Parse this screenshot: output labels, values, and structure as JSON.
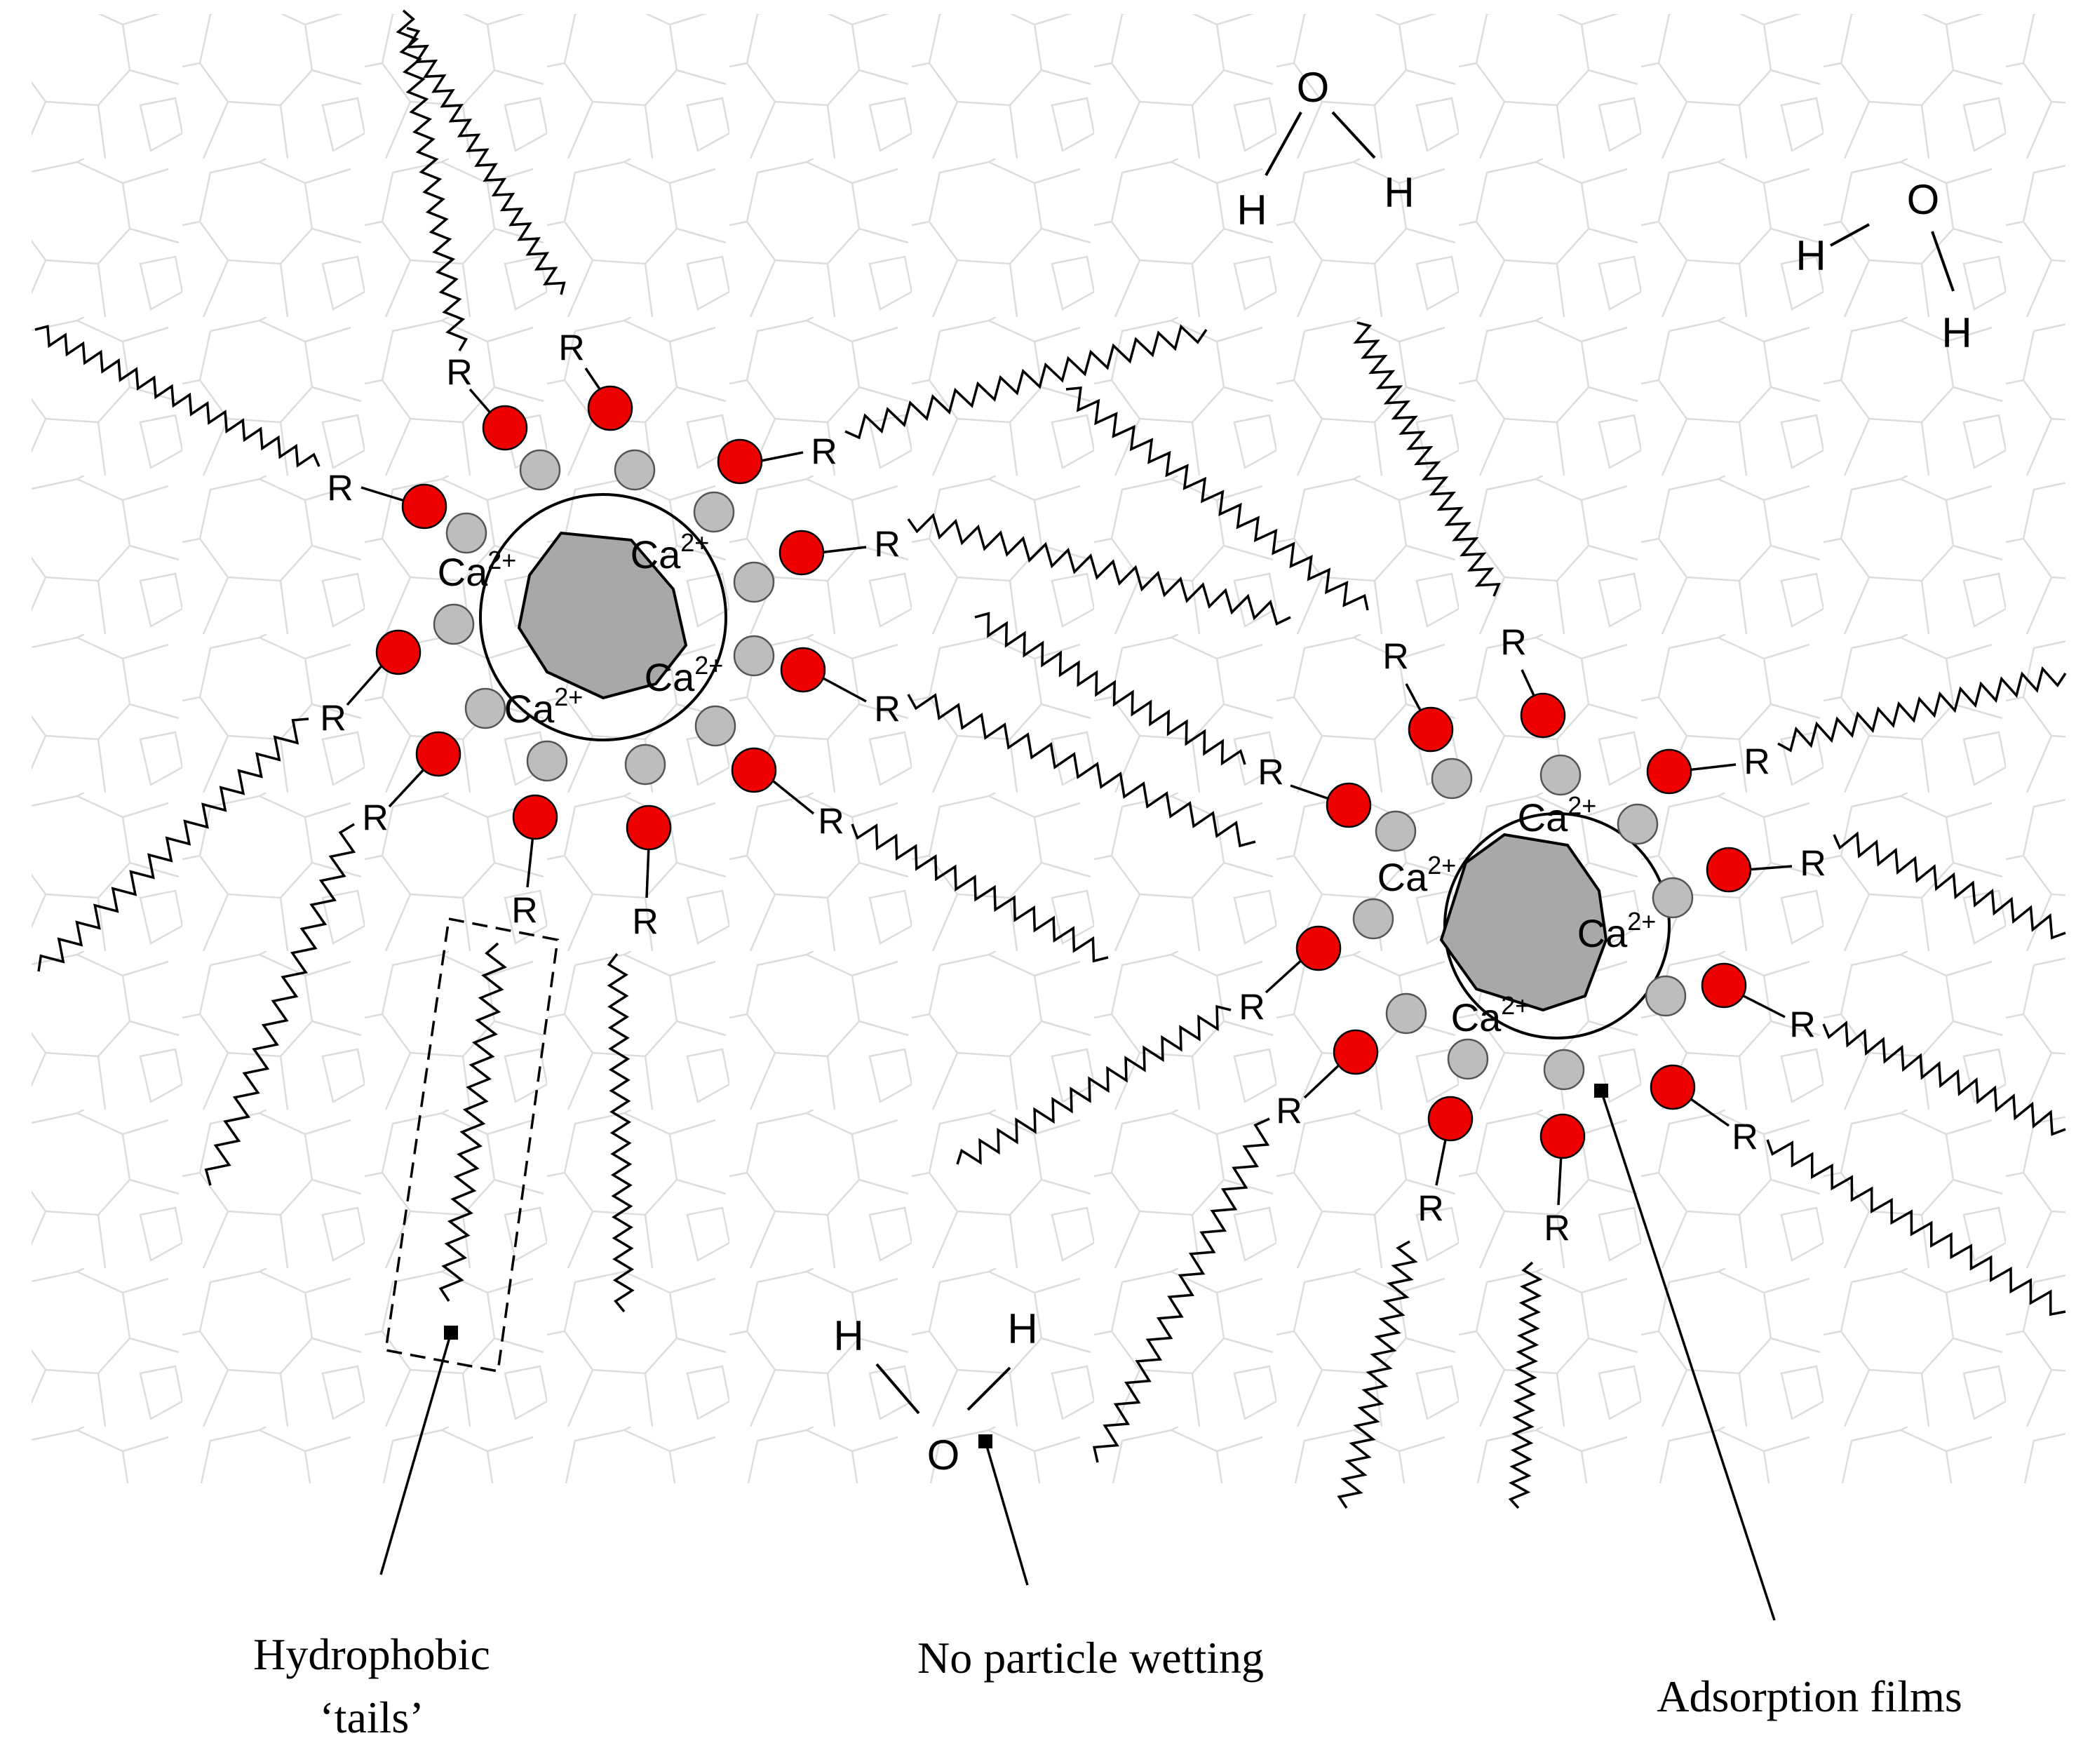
{
  "colors": {
    "background_pattern": "#dcdcdc",
    "headgroup": "#ee0000",
    "ion_bead": "#bdbdbd",
    "particle": "#a8a8a8",
    "line": "#000000"
  },
  "labels": {
    "group_symbol": "R",
    "cation": "Ca",
    "charge": "2+",
    "oxygen": "O",
    "hydrogen": "H"
  },
  "captions": {
    "tails_line1": "Hydrophobic",
    "tails_line2": "‘tails’",
    "wetting": "No particle wetting",
    "films": "Adsorption films"
  },
  "legend_markers": [
    "small-black-square"
  ]
}
